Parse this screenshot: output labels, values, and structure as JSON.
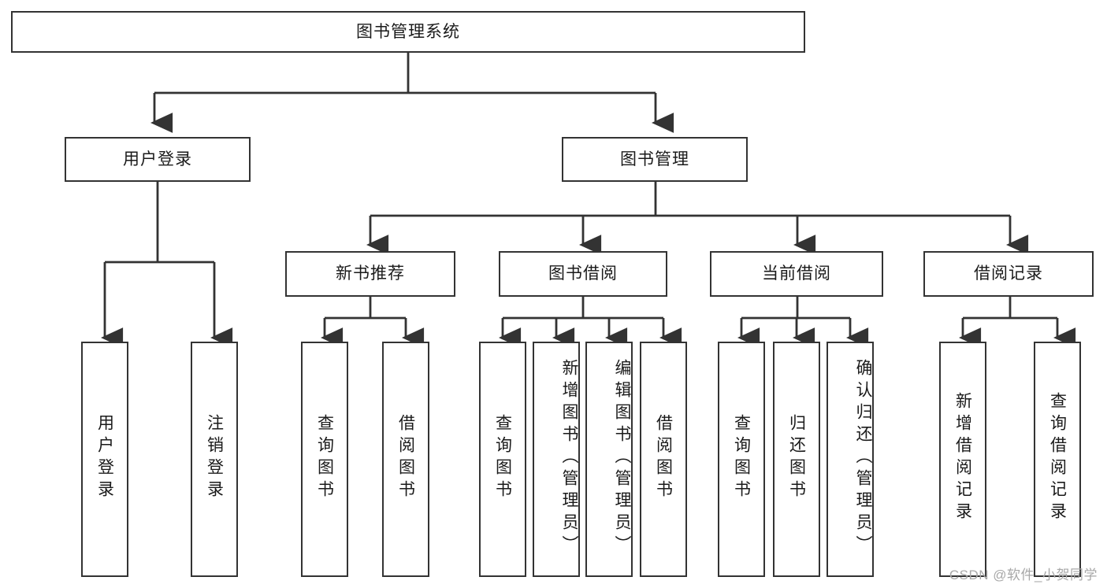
{
  "diagram": {
    "title": "图书管理系统",
    "watermark": "CSDN @软件_小贺同学",
    "colors": {
      "box_border": "#333333",
      "box_fill": "#ffffff",
      "connector": "#333333",
      "text": "#1a1a1a",
      "watermark": "#a8a8a8"
    },
    "root": {
      "label": "图书管理系统"
    },
    "level2": [
      {
        "label": "用户登录"
      },
      {
        "label": "图书管理"
      }
    ],
    "level3": [
      {
        "label": "新书推荐"
      },
      {
        "label": "图书借阅"
      },
      {
        "label": "当前借阅"
      },
      {
        "label": "借阅记录"
      }
    ],
    "leaves": {
      "user_login": [
        {
          "label": "用户登录"
        },
        {
          "label": "注销登录"
        }
      ],
      "new_book": [
        {
          "label": "查询图书"
        },
        {
          "label": "借阅图书"
        }
      ],
      "book_borrow": [
        {
          "label": "查询图书"
        },
        {
          "label": "新增图书（管理员）"
        },
        {
          "label": "编辑图书（管理员）"
        },
        {
          "label": "借阅图书"
        }
      ],
      "current_borrow": [
        {
          "label": "查询图书"
        },
        {
          "label": "归还图书"
        },
        {
          "label": "确认归还（管理员）"
        }
      ],
      "borrow_record": [
        {
          "label": "新增借阅记录"
        },
        {
          "label": "查询借阅记录"
        }
      ]
    }
  }
}
